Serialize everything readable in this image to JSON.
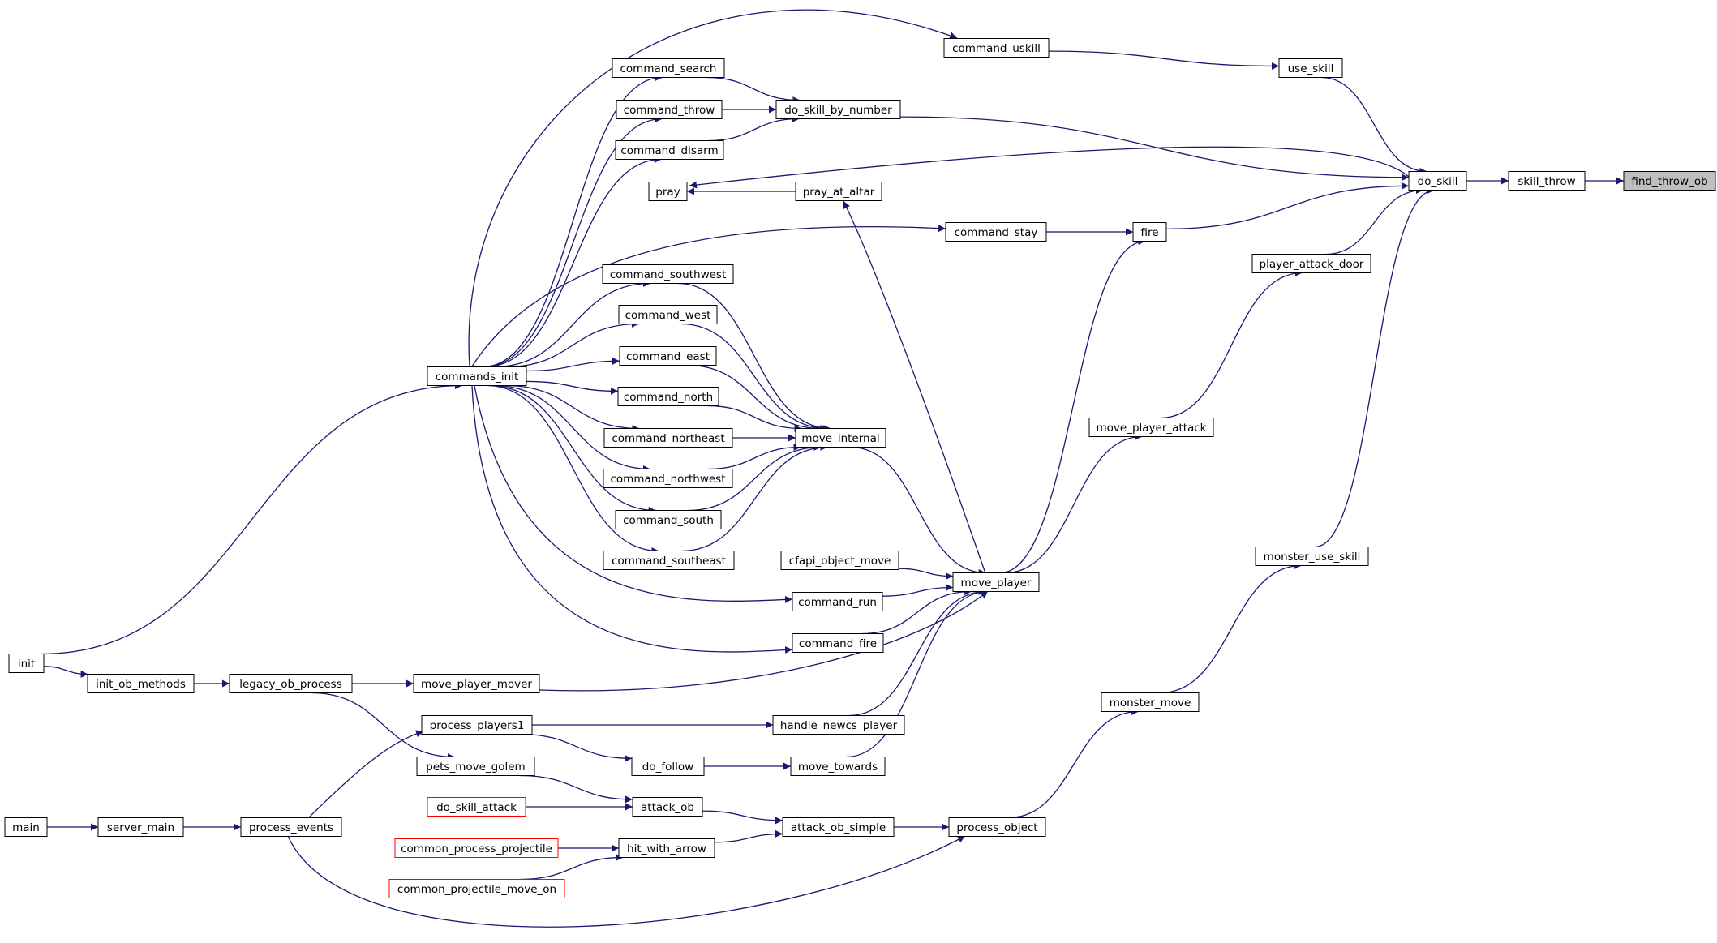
{
  "colors": {
    "edge": "#191970",
    "node_border": "#000000",
    "node_border_truncated": "#ff0000",
    "node_fill": "#ffffff",
    "root_fill": "#bfbfbf"
  },
  "nodes": [
    {
      "id": "find_throw_ob",
      "label": "find_throw_ob",
      "root": true
    },
    {
      "id": "skill_throw",
      "label": "skill_throw"
    },
    {
      "id": "do_skill",
      "label": "do_skill"
    },
    {
      "id": "use_skill",
      "label": "use_skill"
    },
    {
      "id": "command_uskill",
      "label": "command_uskill"
    },
    {
      "id": "do_skill_by_number",
      "label": "do_skill_by_number"
    },
    {
      "id": "command_search",
      "label": "command_search"
    },
    {
      "id": "command_throw",
      "label": "command_throw"
    },
    {
      "id": "command_disarm",
      "label": "command_disarm"
    },
    {
      "id": "pray",
      "label": "pray"
    },
    {
      "id": "pray_at_altar",
      "label": "pray_at_altar"
    },
    {
      "id": "fire",
      "label": "fire"
    },
    {
      "id": "command_stay",
      "label": "command_stay"
    },
    {
      "id": "player_attack_door",
      "label": "player_attack_door"
    },
    {
      "id": "commands_init",
      "label": "commands_init"
    },
    {
      "id": "command_southwest",
      "label": "command_southwest"
    },
    {
      "id": "command_west",
      "label": "command_west"
    },
    {
      "id": "command_east",
      "label": "command_east"
    },
    {
      "id": "command_north",
      "label": "command_north"
    },
    {
      "id": "command_northeast",
      "label": "command_northeast"
    },
    {
      "id": "command_northwest",
      "label": "command_northwest"
    },
    {
      "id": "command_south",
      "label": "command_south"
    },
    {
      "id": "command_southeast",
      "label": "command_southeast"
    },
    {
      "id": "move_internal",
      "label": "move_internal"
    },
    {
      "id": "move_player_attack",
      "label": "move_player_attack"
    },
    {
      "id": "monster_use_skill",
      "label": "monster_use_skill"
    },
    {
      "id": "cfapi_object_move",
      "label": "cfapi_object_move"
    },
    {
      "id": "move_player",
      "label": "move_player"
    },
    {
      "id": "command_run",
      "label": "command_run"
    },
    {
      "id": "command_fire",
      "label": "command_fire"
    },
    {
      "id": "init",
      "label": "init"
    },
    {
      "id": "init_ob_methods",
      "label": "init_ob_methods"
    },
    {
      "id": "legacy_ob_process",
      "label": "legacy_ob_process"
    },
    {
      "id": "move_player_mover",
      "label": "move_player_mover"
    },
    {
      "id": "monster_move",
      "label": "monster_move"
    },
    {
      "id": "process_players1",
      "label": "process_players1"
    },
    {
      "id": "handle_newcs_player",
      "label": "handle_newcs_player"
    },
    {
      "id": "do_follow",
      "label": "do_follow"
    },
    {
      "id": "move_towards",
      "label": "move_towards"
    },
    {
      "id": "pets_move_golem",
      "label": "pets_move_golem"
    },
    {
      "id": "do_skill_attack",
      "label": "do_skill_attack",
      "truncated": true
    },
    {
      "id": "attack_ob",
      "label": "attack_ob"
    },
    {
      "id": "main",
      "label": "main"
    },
    {
      "id": "server_main",
      "label": "server_main"
    },
    {
      "id": "process_events",
      "label": "process_events"
    },
    {
      "id": "attack_ob_simple",
      "label": "attack_ob_simple"
    },
    {
      "id": "process_object",
      "label": "process_object"
    },
    {
      "id": "common_process_projectile",
      "label": "common_process_projectile",
      "truncated": true
    },
    {
      "id": "hit_with_arrow",
      "label": "hit_with_arrow"
    },
    {
      "id": "common_projectile_move_on",
      "label": "common_projectile_move_on",
      "truncated": true
    }
  ],
  "edges": [
    [
      "skill_throw",
      "find_throw_ob"
    ],
    [
      "do_skill",
      "skill_throw"
    ],
    [
      "use_skill",
      "do_skill"
    ],
    [
      "do_skill_by_number",
      "do_skill"
    ],
    [
      "pray",
      "do_skill"
    ],
    [
      "fire",
      "do_skill"
    ],
    [
      "player_attack_door",
      "do_skill"
    ],
    [
      "monster_use_skill",
      "do_skill"
    ],
    [
      "command_uskill",
      "use_skill"
    ],
    [
      "commands_init",
      "command_uskill"
    ],
    [
      "command_search",
      "do_skill_by_number"
    ],
    [
      "command_throw",
      "do_skill_by_number"
    ],
    [
      "command_disarm",
      "do_skill_by_number"
    ],
    [
      "commands_init",
      "command_search"
    ],
    [
      "commands_init",
      "command_throw"
    ],
    [
      "commands_init",
      "command_disarm"
    ],
    [
      "pray_at_altar",
      "pray"
    ],
    [
      "move_player",
      "pray_at_altar"
    ],
    [
      "command_stay",
      "fire"
    ],
    [
      "move_player",
      "fire"
    ],
    [
      "commands_init",
      "command_stay"
    ],
    [
      "move_player_attack",
      "player_attack_door"
    ],
    [
      "move_player",
      "move_player_attack"
    ],
    [
      "init",
      "commands_init"
    ],
    [
      "commands_init",
      "command_southwest"
    ],
    [
      "commands_init",
      "command_west"
    ],
    [
      "commands_init",
      "command_east"
    ],
    [
      "commands_init",
      "command_north"
    ],
    [
      "commands_init",
      "command_northeast"
    ],
    [
      "commands_init",
      "command_northwest"
    ],
    [
      "commands_init",
      "command_south"
    ],
    [
      "commands_init",
      "command_southeast"
    ],
    [
      "commands_init",
      "command_run"
    ],
    [
      "commands_init",
      "command_fire"
    ],
    [
      "command_southwest",
      "move_internal"
    ],
    [
      "command_west",
      "move_internal"
    ],
    [
      "command_east",
      "move_internal"
    ],
    [
      "command_north",
      "move_internal"
    ],
    [
      "command_northeast",
      "move_internal"
    ],
    [
      "command_northwest",
      "move_internal"
    ],
    [
      "command_south",
      "move_internal"
    ],
    [
      "command_southeast",
      "move_internal"
    ],
    [
      "move_internal",
      "move_player"
    ],
    [
      "cfapi_object_move",
      "move_player"
    ],
    [
      "command_run",
      "move_player"
    ],
    [
      "command_fire",
      "move_player"
    ],
    [
      "move_player_mover",
      "move_player"
    ],
    [
      "handle_newcs_player",
      "move_player"
    ],
    [
      "move_towards",
      "move_player"
    ],
    [
      "monster_move",
      "monster_use_skill"
    ],
    [
      "process_object",
      "monster_move"
    ],
    [
      "init",
      "init_ob_methods"
    ],
    [
      "init_ob_methods",
      "legacy_ob_process"
    ],
    [
      "legacy_ob_process",
      "move_player_mover"
    ],
    [
      "legacy_ob_process",
      "pets_move_golem"
    ],
    [
      "process_players1",
      "handle_newcs_player"
    ],
    [
      "process_players1",
      "do_follow"
    ],
    [
      "do_follow",
      "move_towards"
    ],
    [
      "process_events",
      "process_players1"
    ],
    [
      "pets_move_golem",
      "attack_ob"
    ],
    [
      "do_skill_attack",
      "attack_ob"
    ],
    [
      "attack_ob",
      "attack_ob_simple"
    ],
    [
      "hit_with_arrow",
      "attack_ob_simple"
    ],
    [
      "attack_ob_simple",
      "process_object"
    ],
    [
      "process_events",
      "process_object"
    ],
    [
      "main",
      "server_main"
    ],
    [
      "server_main",
      "process_events"
    ],
    [
      "common_process_projectile",
      "hit_with_arrow"
    ],
    [
      "common_projectile_move_on",
      "hit_with_arrow"
    ]
  ]
}
